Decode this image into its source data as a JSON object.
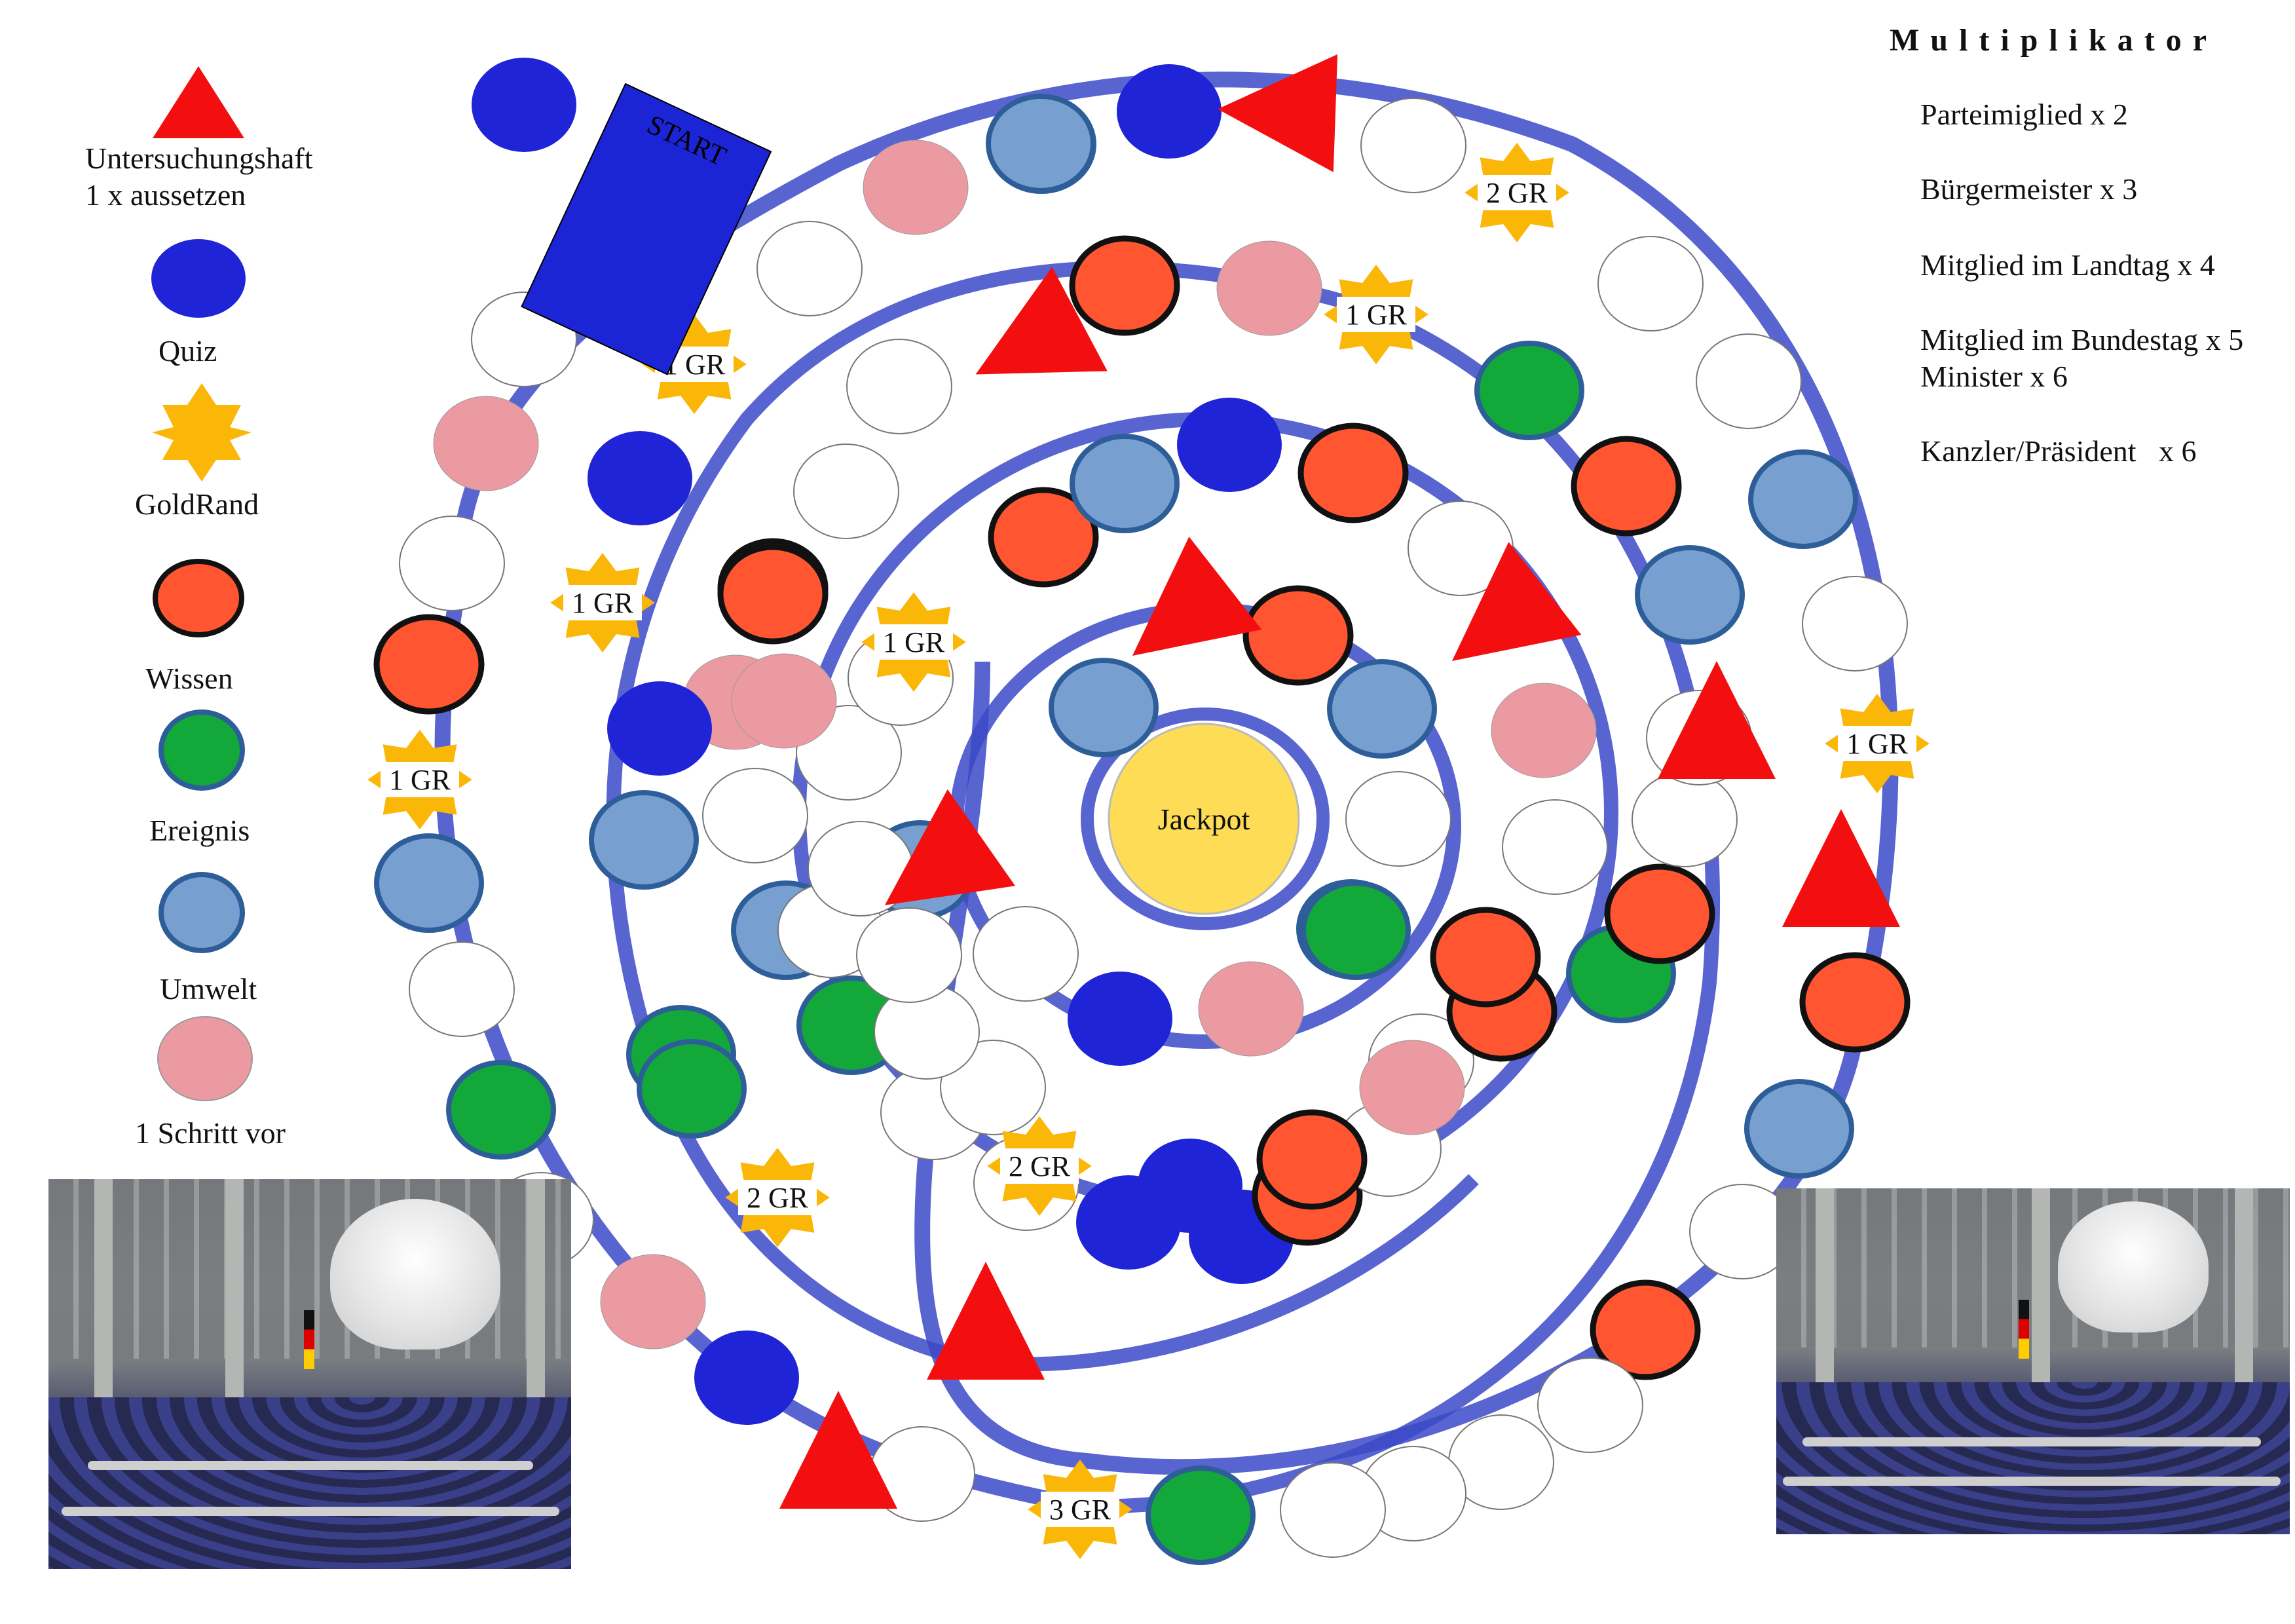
{
  "legend": {
    "untersuchungshaft": "Untersuchungshaft\n1 x aussetzen",
    "quiz": "Quiz",
    "goldrand": "GoldRand",
    "wissen": "Wissen",
    "ereignis": "Ereignis",
    "umwelt": "Umwelt",
    "schritt_vor": "1 Schritt vor"
  },
  "multiplikator": {
    "title": "Multiplikator",
    "items": [
      "Parteimiglied x 2",
      "Bürgermeister x 3",
      "Mitglied im Landtag x 4",
      "Mitglied im Bundestag x 5",
      "Minister x 6",
      "Kanzler/Präsident   x 6"
    ]
  },
  "board": {
    "start_label": "START",
    "center_label": "Jackpot"
  },
  "colors": {
    "track": "#3b49c8",
    "quiz": "#1f24d6",
    "wissen": "#ff5530",
    "wissen_border": "#111111",
    "ereignis": "#12a83a",
    "ereignis_border": "#2e5e9a",
    "umwelt": "#77a0d0",
    "umwelt_border": "#2e5e9a",
    "schritt_vor": "#ec9aa2",
    "empty": "#ffffff",
    "goldrand": "#fbb708",
    "haft": "#f30f0f",
    "jackpot": "#fedc56",
    "start": "#1c25d6"
  },
  "gold_labels": [
    "1 GR",
    "2 GR",
    "3 GR"
  ],
  "icons": {
    "untersuchungshaft": "red-triangle-icon",
    "quiz": "blue-circle-icon",
    "goldrand": "gold-star-icon",
    "wissen": "orange-circle-icon",
    "ereignis": "green-circle-icon",
    "umwelt": "lightblue-circle-icon",
    "schritt_vor": "pink-circle-icon"
  }
}
